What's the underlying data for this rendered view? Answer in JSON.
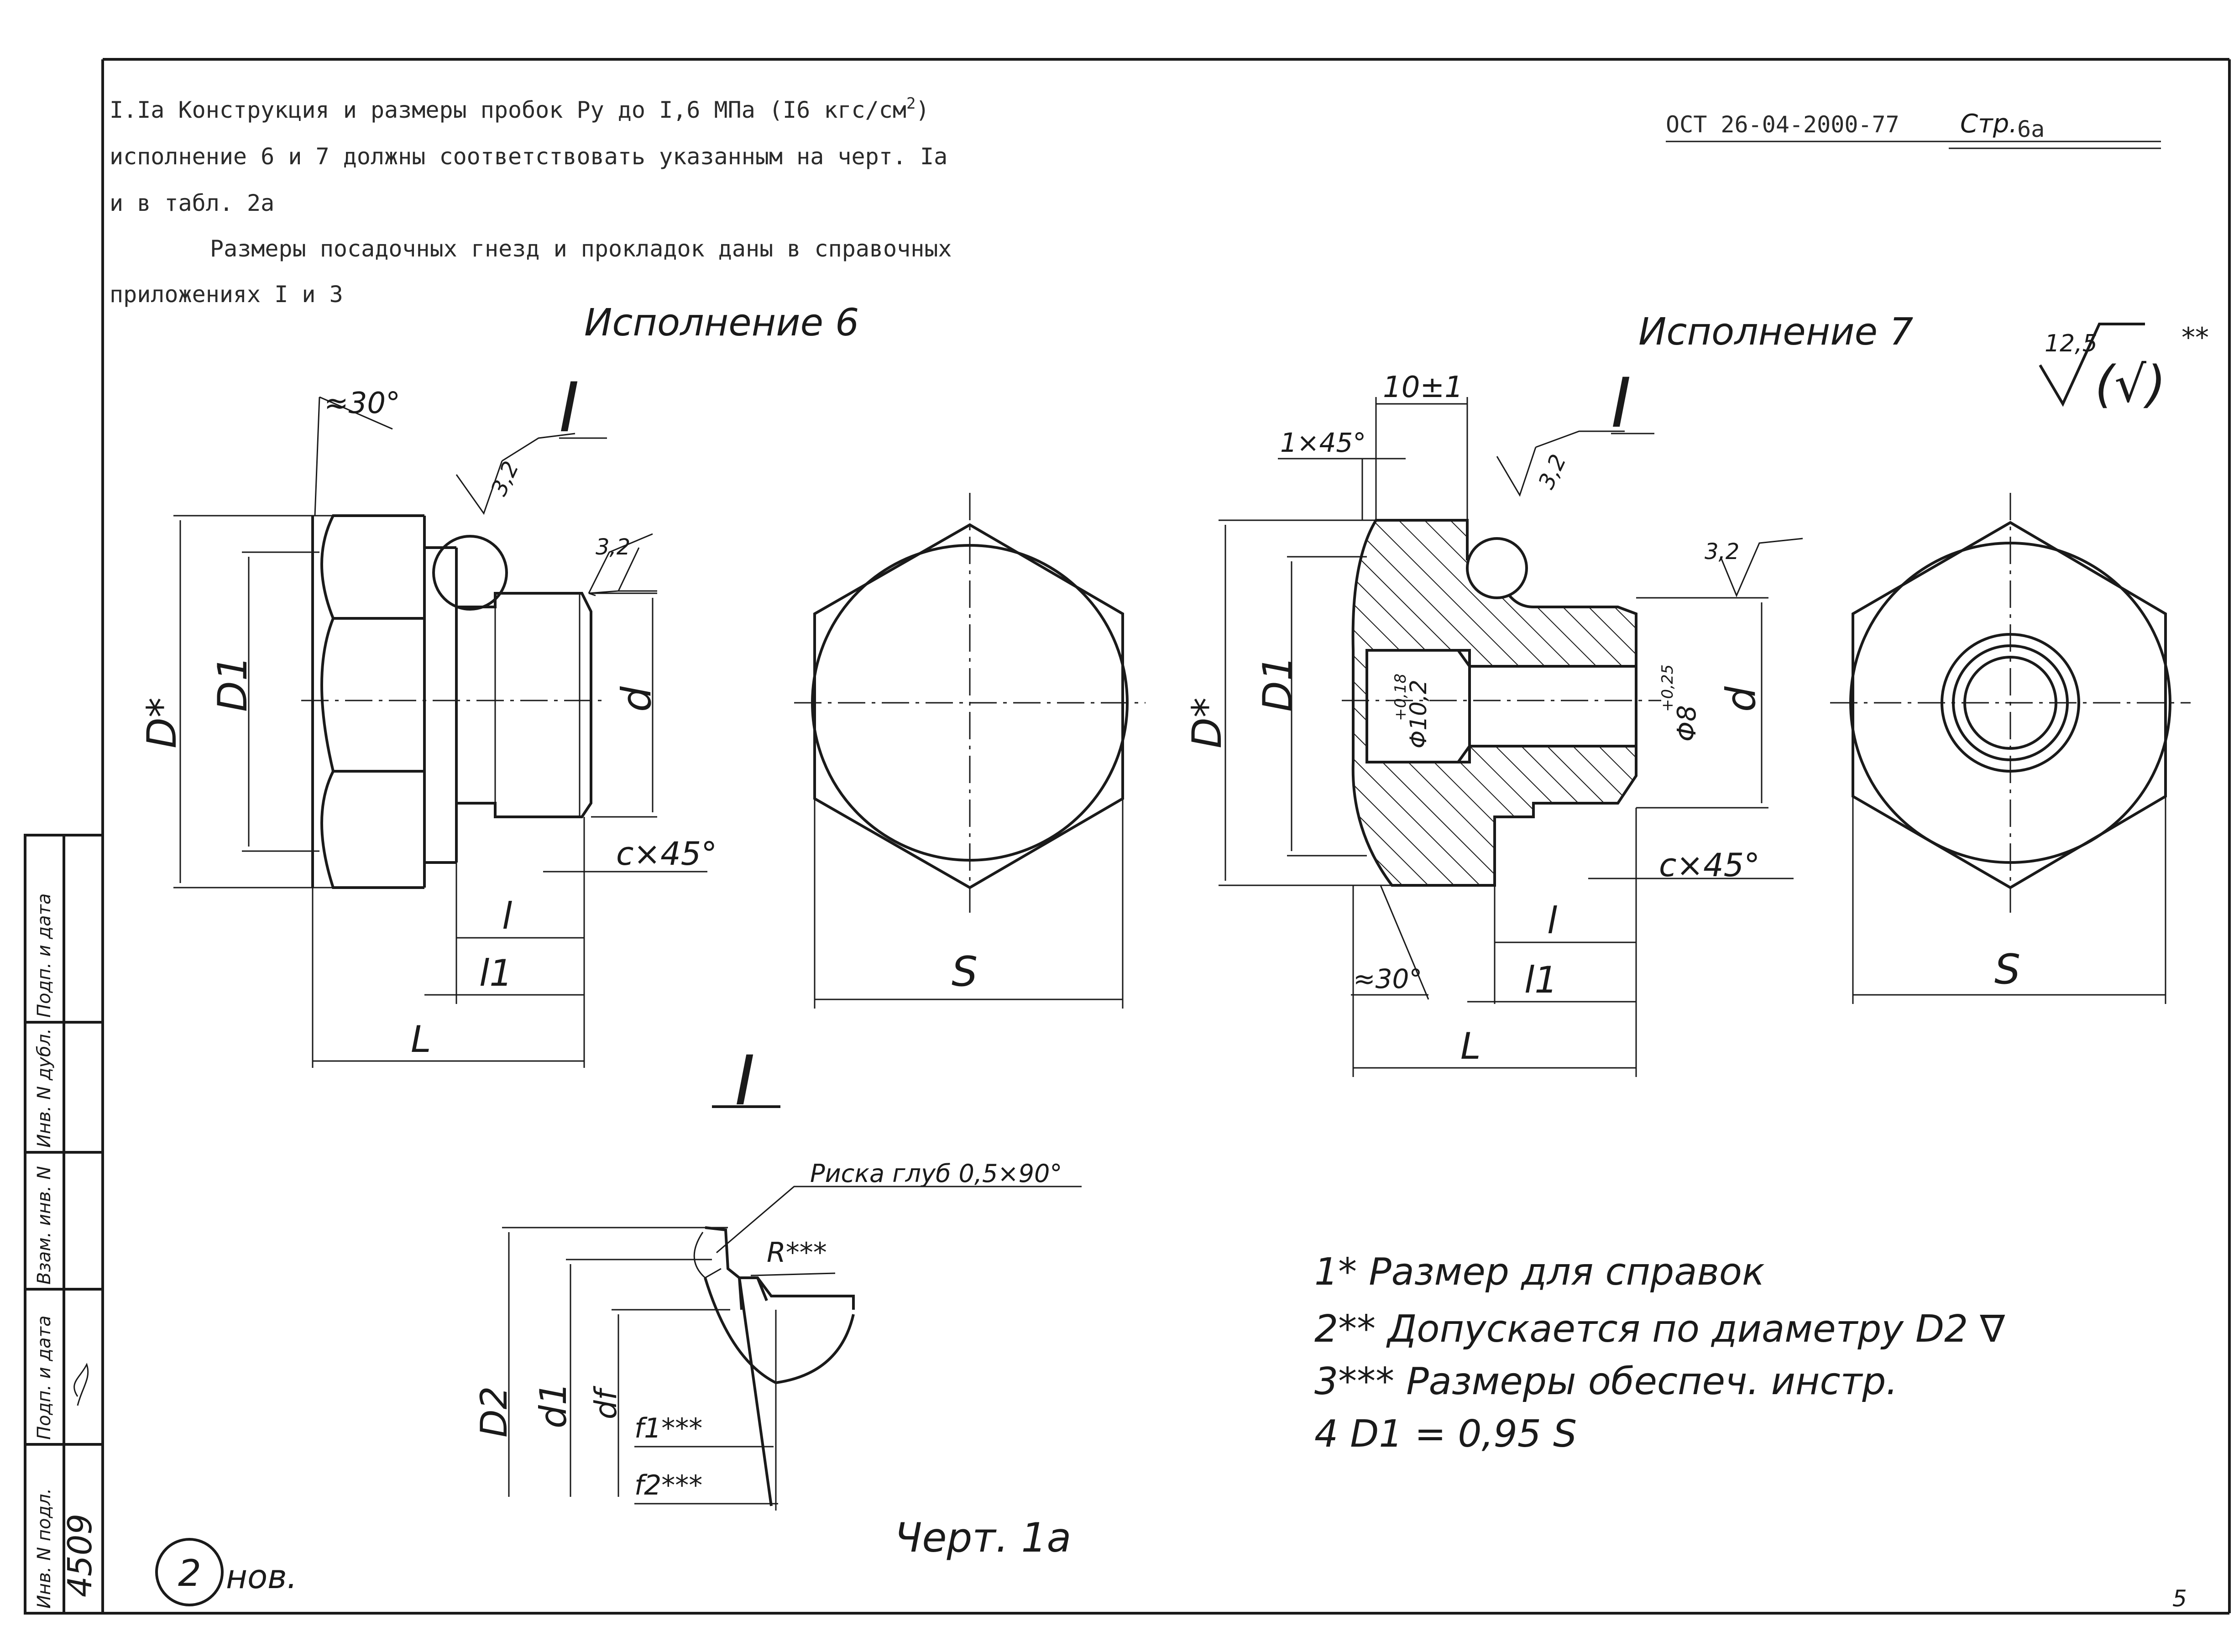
{
  "header": {
    "standard": "ОСТ 26-04-2000-77",
    "page_label": "Стр.",
    "page_no": "6а"
  },
  "intro": {
    "line1": "I.Iа Конструкция и размеры пробок Ру до I,6 МПа (I6 кгс/см",
    "line1_sup": "2",
    "line1_end": ")",
    "line2": "исполнение 6 и 7 должны соответствовать указанным на черт. Iа",
    "line3": "и в табл. 2а",
    "line4": "Размеры посадочных гнезд и прокладок даны в справочных",
    "line5": "приложениях I и 3"
  },
  "views": {
    "left_title": "Исполнение 6",
    "right_title": "Исполнение 7",
    "detail_mark": "I",
    "roughness_general": "12,5",
    "roughness_paren": "(√)",
    "roughness_stars": "**",
    "roughness_local": "3,2"
  },
  "dims": {
    "angle30": "≈30°",
    "D_star": "D*",
    "D1": "D1",
    "d": "d",
    "c45": "c×45°",
    "l": "l",
    "l1": "l1",
    "L": "L",
    "S": "S",
    "ten": "10±1",
    "chamfer": "1×45°",
    "phi10": "Φ10,2",
    "phi10_tol": "+0,18",
    "phi8": "Φ8",
    "phi8_tol": "+0,25",
    "groove": "Риска глуб 0,5×90°",
    "R": "R***",
    "D2": "D2",
    "d1": "d1",
    "df": "df",
    "f1": "f1***",
    "f2": "f2***"
  },
  "notes": [
    "1* Размер для справок",
    "2** Допускается по диаметру D2 ∇",
    "3*** Размеры обеспеч. инстр.",
    "4 D1 = 0,95 S"
  ],
  "caption": "Черт. 1а",
  "stamp": {
    "circle": "2",
    "label": "нов."
  },
  "side_table": {
    "cells": [
      "Подп. и дата",
      "Инв. N дубл.",
      "Взам. инв. N",
      "Подп. и дата",
      "Инв. N подл."
    ],
    "value": "4509"
  },
  "corner_mark": "5"
}
